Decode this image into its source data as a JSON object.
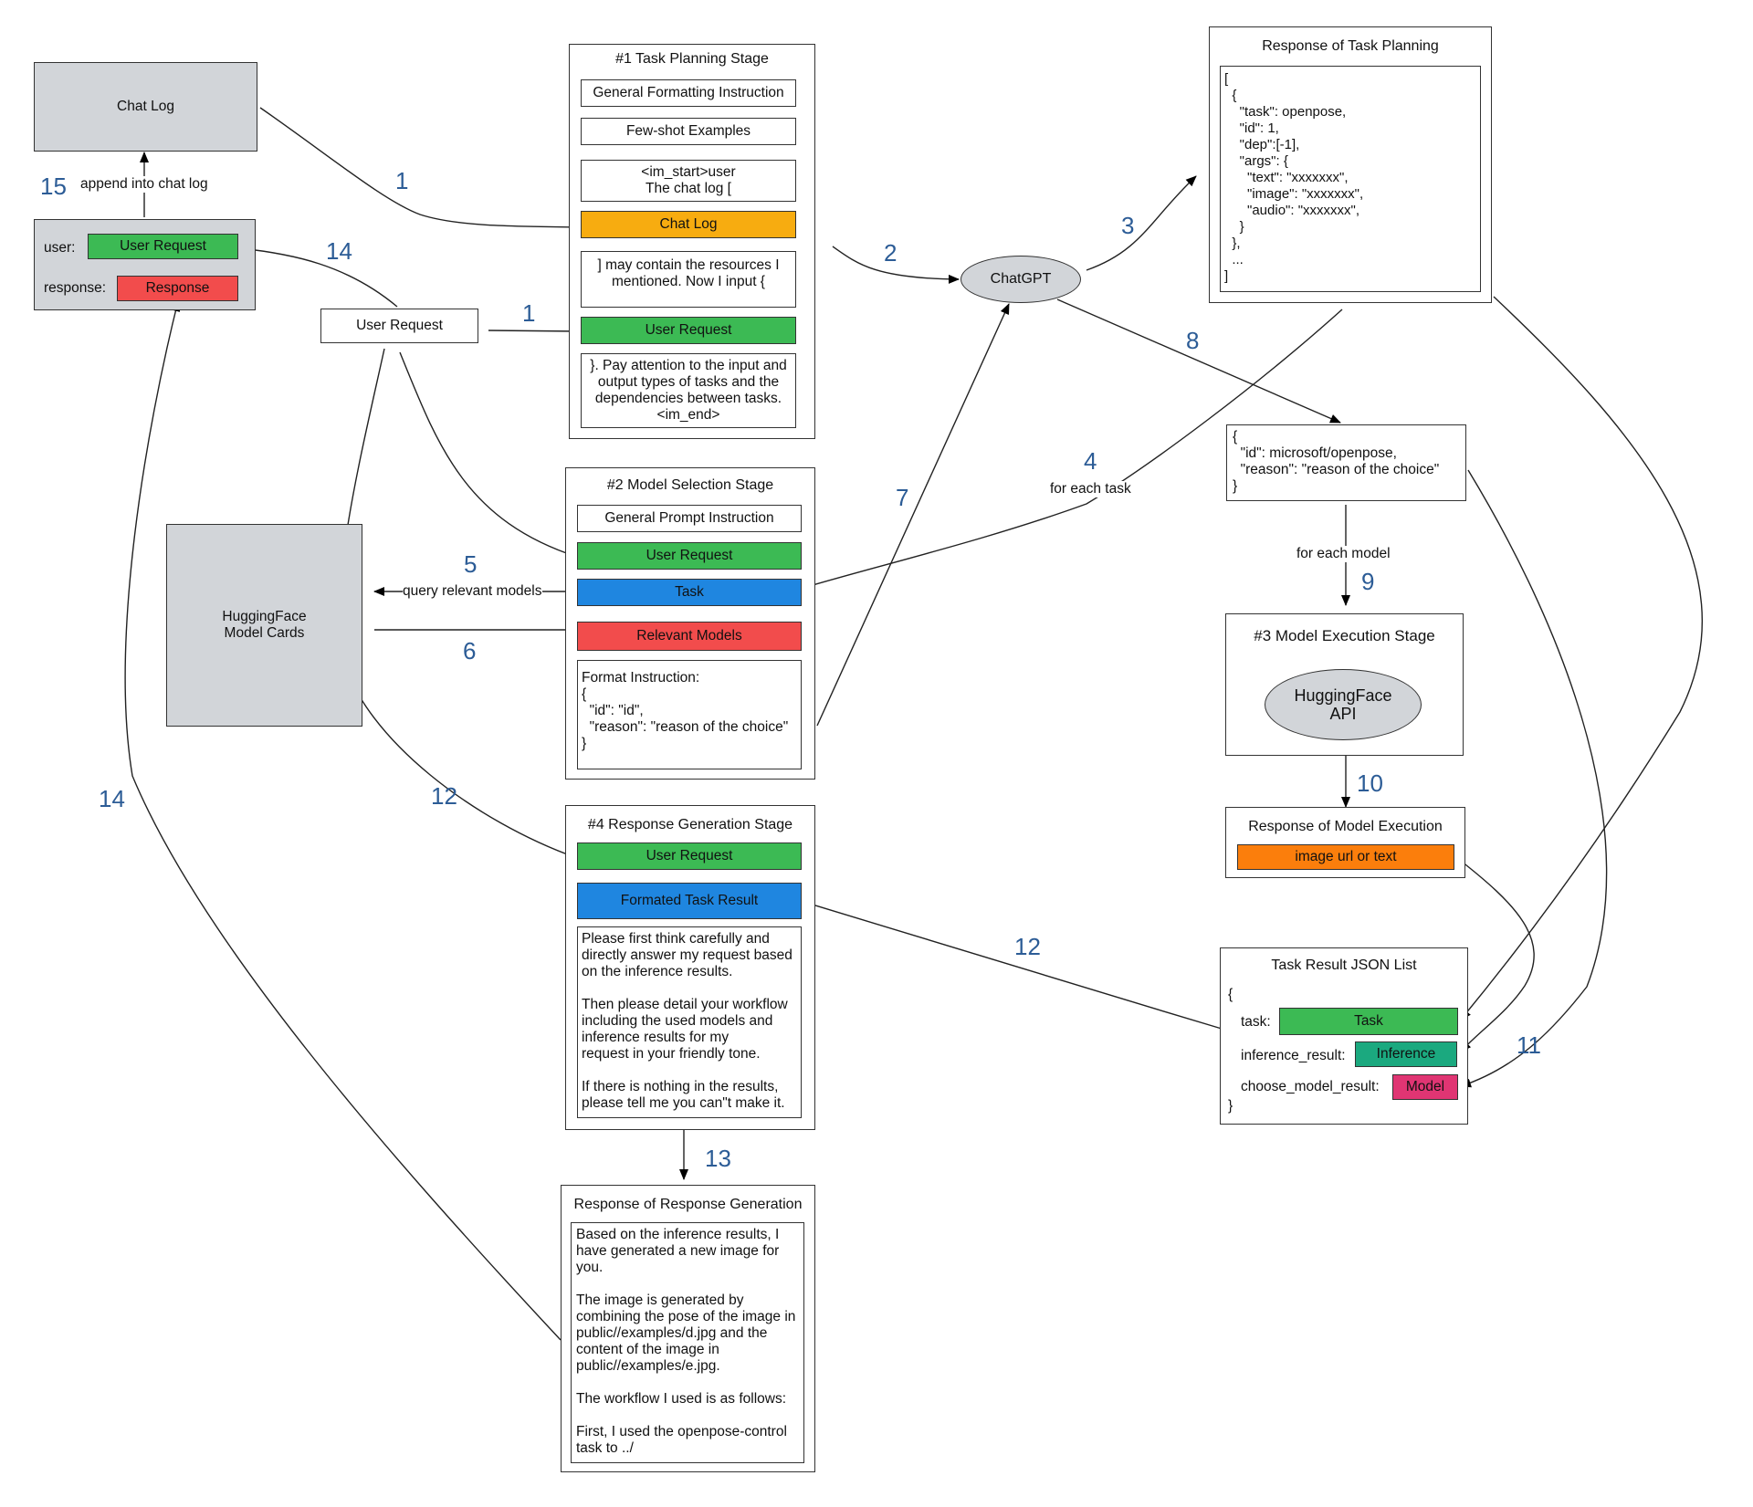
{
  "chat_log": {
    "title": "Chat Log",
    "append_label": "append into chat log"
  },
  "chat_record": {
    "user_label": "user:",
    "user_value": "User Request",
    "response_label": "response:",
    "response_value": "Response"
  },
  "user_request_node": "User Request",
  "huggingface_cards": "HuggingFace\nModel Cards",
  "chatgpt": "ChatGPT",
  "stage1": {
    "title": "#1 Task Planning Stage",
    "general": "General Formatting Instruction",
    "fewshot": "Few-shot Examples",
    "im_start": "<im_start>user\nThe chat log [",
    "chat_log": "Chat Log",
    "resources": "] may contain the resources I\nmentioned. Now I input {",
    "user_request": "User Request",
    "attention": "}. Pay attention to the input and\noutput types of tasks and the\ndependencies between tasks.\n<im_end>"
  },
  "stage2": {
    "title": "#2 Model Selection Stage",
    "general": "General Prompt Instruction",
    "user_request": "User Request",
    "task": "Task",
    "relevant": "Relevant Models",
    "format": "Format Instruction:\n{\n  \"id\": \"id\",\n  \"reason\": \"reason of the choice\"\n}"
  },
  "stage4": {
    "title": "#4 Response Generation Stage",
    "user_request": "User Request",
    "formatted": "Formated Task Result",
    "instructions": "Please first think carefully and\ndirectly answer my request based\non the inference results.\n\nThen please detail your workflow\nincluding the used models and\ninference results for my\nrequest in your friendly tone.\n\nIf there is nothing in the results,\nplease tell me you can\"t make it."
  },
  "response_generation": {
    "title": "Response of Response Generation",
    "body": "Based on the inference results, I\nhave generated a new image for\nyou.\n\nThe image is generated by\ncombining the pose of the image in\npublic//examples/d.jpg and the\ncontent of the image in\npublic//examples/e.jpg.\n\nThe workflow I used is as follows:\n\nFirst, I used the openpose-control\ntask to ../"
  },
  "task_planning_response": {
    "title": "Response of Task Planning",
    "json": "[\n  {\n    \"task\": openpose,\n    \"id\": 1,\n    \"dep\":[-1],\n    \"args\": {\n      \"text\": \"xxxxxxx\",\n      \"image\": \"xxxxxxx\",\n      \"audio\": \"xxxxxxx\",\n    }\n  },\n  ...\n]"
  },
  "model_choice": {
    "json": "{\n  \"id\": microsoft/openpose,\n  \"reason\": \"reason of the choice\"\n}"
  },
  "stage3": {
    "title": "#3 Model Execution Stage",
    "api": "HuggingFace\nAPI"
  },
  "execution_response": {
    "title": "Response of Model Execution",
    "value": "image url or text"
  },
  "task_result": {
    "title": "Task Result JSON List",
    "open": "{",
    "close": "}",
    "task_label": "task:",
    "task_value": "Task",
    "inference_label": "inference_result:",
    "inference_value": "Inference",
    "model_label": "choose_model_result:",
    "model_value": "Model"
  },
  "edge_labels": {
    "for_each_task": "for each task",
    "for_each_model": "for each model",
    "query": "query relevant models"
  },
  "step_numbers": {
    "n1a": "1",
    "n1b": "1",
    "n2": "2",
    "n3": "3",
    "n4": "4",
    "n5": "5",
    "n6": "6",
    "n7": "7",
    "n8": "8",
    "n9": "9",
    "n10": "10",
    "n11": "11",
    "n12a": "12",
    "n12b": "12",
    "n13": "13",
    "n14a": "14",
    "n14b": "14",
    "n15": "15"
  },
  "colors": {
    "green": "#3cba54",
    "orange": "#f7ac10",
    "blue": "#1f86e0",
    "red": "#f24c4c",
    "gray": "#d2d5d9",
    "exec_orange": "#fb7e0c",
    "teal": "#1ba97f",
    "pink": "#e03573",
    "step_number": "#2c5c96"
  }
}
